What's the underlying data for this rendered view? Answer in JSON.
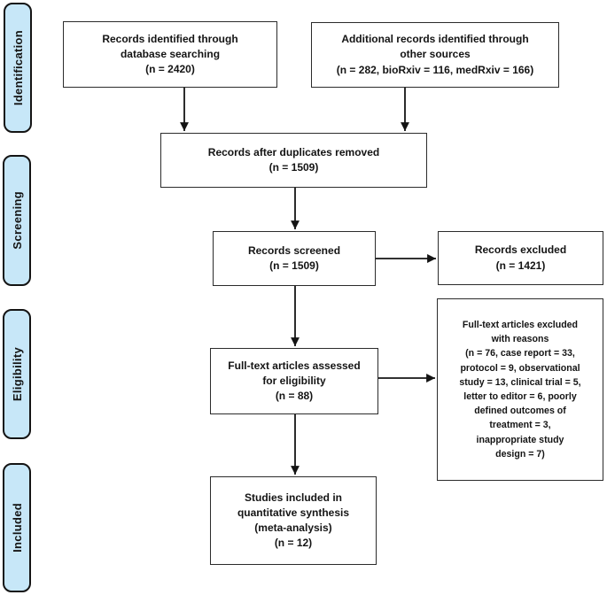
{
  "diagram": {
    "kind": "prisma-flow-diagram",
    "stages": [
      {
        "id": "identification",
        "label": "Identification"
      },
      {
        "id": "screening",
        "label": "Screening"
      },
      {
        "id": "eligibility",
        "label": "Eligibility"
      },
      {
        "id": "included",
        "label": "Included"
      }
    ],
    "boxes": {
      "identified": {
        "text": "Records identified through\ndatabase searching\n(n = 2420)",
        "n": 2420
      },
      "additional": {
        "text": "Additional records identified through\nother sources\n(n = 282, bioRxiv = 116, medRxiv = 166)",
        "n": 282,
        "bioRxiv": 116,
        "medRxiv": 166
      },
      "after_duplicates": {
        "text": "Records after duplicates removed\n(n = 1509)",
        "n": 1509
      },
      "screened": {
        "text": "Records screened\n(n = 1509)",
        "n": 1509
      },
      "excluded": {
        "text": "Records excluded\n(n = 1421)",
        "n": 1421
      },
      "fulltext_assessed": {
        "text": "Full-text articles assessed\nfor eligibility\n(n = 88)",
        "n": 88
      },
      "fulltext_excluded": {
        "text": "Full-text articles excluded\nwith reasons\n(n = 76, case report = 33,\nprotocol = 9, observational\nstudy = 13, clinical trial = 5,\nletter to editor = 6, poorly\ndefined outcomes of\ntreatment = 3,\ninappropriate study\ndesign = 7)",
        "n": 76,
        "case_report": 33,
        "protocol": 9,
        "observational_study": 13,
        "clinical_trial": 5,
        "letter_to_editor": 6,
        "poorly_defined_outcomes_of_treatment": 3,
        "inappropriate_study_design": 7
      },
      "included_studies": {
        "text": "Studies included in\nquantitative synthesis\n(meta-analysis)\n(n = 12)",
        "n": 12
      }
    },
    "colors": {
      "stage_fill": "#c7e7f8",
      "stage_border": "#141414",
      "box_fill": "#ffffff",
      "box_border": "#2b2b2b",
      "text": "#141414",
      "arrow": "#141414",
      "background": "#ffffff"
    }
  }
}
